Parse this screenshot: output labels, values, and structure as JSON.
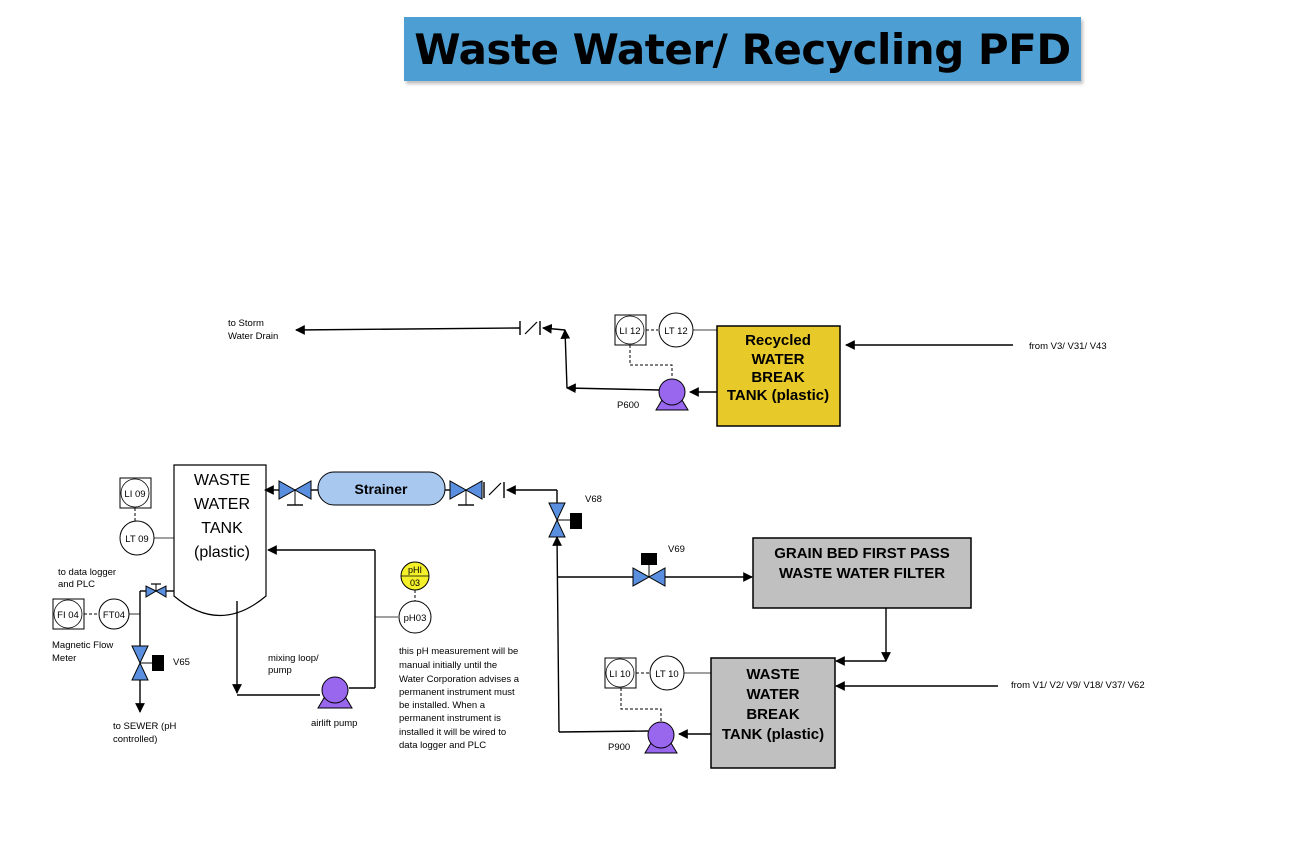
{
  "title": "Waste Water/ Recycling PFD",
  "colors": {
    "banner": "#4d9fd3",
    "recycled_tank": "#e8c92a",
    "grey_box": "#c0c0c0",
    "valve": "#5a8fe0",
    "pump": "#9966ee",
    "strainer": "#a8c8f0",
    "ph_indicator": "#f4f02a"
  },
  "recycled_tank": {
    "line1": "Recycled",
    "line2": "WATER",
    "line3": "BREAK",
    "line4": "TANK (plastic)"
  },
  "waste_break_tank": {
    "line1": "WASTE",
    "line2": "WATER",
    "line3": "BREAK",
    "line4": "TANK (plastic)"
  },
  "filter": {
    "line1": "GRAIN BED FIRST PASS",
    "line2": "WASTE WATER FILTER"
  },
  "waste_tank": {
    "line1": "WASTE",
    "line2": "WATER",
    "line3": "TANK",
    "line4": "(plastic)"
  },
  "strainer": "Strainer",
  "instruments": {
    "li12": "LI 12",
    "lt12": "LT 12",
    "li10": "LI 10",
    "lt10": "LT 10",
    "li09": "LI 09",
    "lt09": "LT 09",
    "fi04": "FI 04",
    "ft04": "FT04",
    "phi03_top": "pHI",
    "phi03_bottom": "03",
    "ph03": "pH03"
  },
  "equipment": {
    "p600": "P600",
    "p900": "P900",
    "v68": "V68",
    "v69": "V69",
    "v65": "V65"
  },
  "annotations": {
    "storm_1": "to Storm",
    "storm_2": "Water Drain",
    "from_v3": "from V3/ V31/ V43",
    "from_v1": "from V1/ V2/ V9/ V18/ V37/ V62",
    "datalogger_1": "to data logger",
    "datalogger_2": "and PLC",
    "magflow_1": "Magnetic Flow",
    "magflow_2": "Meter",
    "sewer_1": "to SEWER (pH",
    "sewer_2": "controlled)",
    "mixing_1": "mixing loop/",
    "mixing_2": "pump",
    "airlift": "airlift pump",
    "ph_note": [
      "this pH measurement will be",
      "manual initially until the",
      "Water Corporation advises a",
      "permanent instrument must",
      "be installed.  When a",
      "permanent instrument is",
      "installed it will be wired to",
      "data logger and PLC"
    ]
  }
}
